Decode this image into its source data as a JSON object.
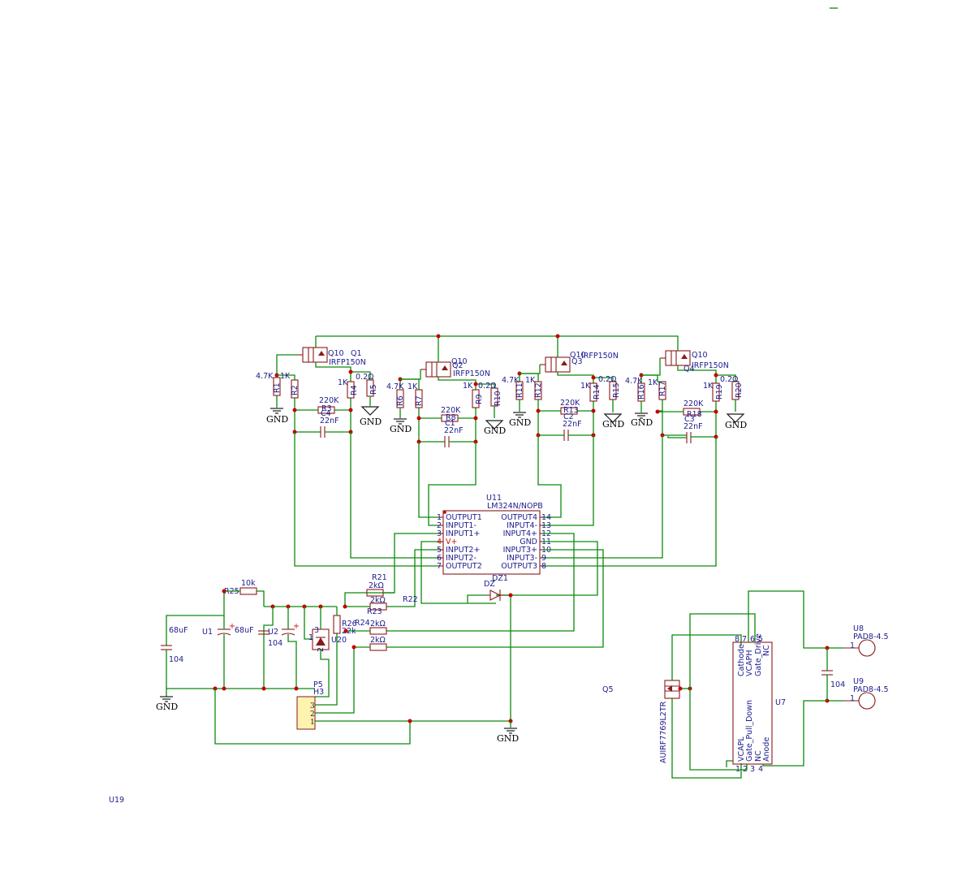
{
  "labels": {
    "q10a": "Q10",
    "q1": "Q1",
    "q1_val": "IRFP150N",
    "r1_v": "4.7K",
    "r1": "R1",
    "r2_v": "1K",
    "r2": "R2",
    "r3_v": "220K",
    "r3": "R3",
    "c4": "C4",
    "c4_v": "22nF",
    "r4_v": "1K",
    "r4": "R4",
    "r5_v": "0.2Ω",
    "r5": "R5",
    "q10b": "Q10",
    "q2": "Q2",
    "q2_val": "IRFP150N",
    "r6_v": "4.7K",
    "r6": "R6",
    "r7_v": "1K",
    "r7": "R7",
    "r8_v": "220K",
    "r8": "R8",
    "c1": "C1",
    "c1_v": "22nF",
    "r9_v": "1K",
    "r9": "R9",
    "r10_v": "0.2Ω",
    "r10": "R10",
    "q10c": "Q10",
    "q3_val": "IRFP150N",
    "q3": "Q3",
    "r11_v": "4.7K",
    "r11": "R11",
    "r12_v": "1K",
    "r12": "R12",
    "r13_v": "220K",
    "r13": "R13",
    "c2": "C2",
    "c2_v": "22nF",
    "r14_v": "1K",
    "r14": "R14",
    "r15_v": "0.2Ω",
    "r15": "R15",
    "q10d": "Q10",
    "q4": "Q4",
    "q4_val": "IRFP150N",
    "r16_v": "4.7K",
    "r16": "R16",
    "r17_v": "1K",
    "r17": "R17",
    "r18_v": "220K",
    "r18": "R18",
    "c3": "C3",
    "c3_v": "22nF",
    "r19_v": "1K",
    "r19": "R19",
    "r20_v": "0.2Ω",
    "r20": "R20",
    "u11": "U11",
    "u11_val": "LM324N/NOPB",
    "r21": "R21",
    "r21_v": "2kΩ",
    "r22": "R22",
    "r22_v": "2kΩ",
    "r23": "R23",
    "r24": "R24",
    "r24_v": "2kΩ",
    "r26": "R26",
    "r26_v": "22k",
    "r27_v": "2kΩ",
    "r25": "R25",
    "r25_v": "10k",
    "c_68a": "68uF",
    "c_104a": "104",
    "u1": "U1",
    "c_68b": "68uF",
    "u2": "U2",
    "c_104b": "104",
    "u20": "U20",
    "p5": "P5",
    "h3": "H3",
    "dz1": "DZ1",
    "dz": "DZ",
    "q5": "Q5",
    "u7": "U7",
    "u19": "U19",
    "u8": "U8",
    "u8_val": "PAD8-4.5",
    "u9": "U9",
    "u9_val": "PAD8-4.5",
    "c_104c": "104",
    "q_ir": "AUIRF7769L2TR"
  },
  "gnd": "GND",
  "lm324": {
    "left_pins": [
      {
        "num": "1",
        "name": "OUTPUT1"
      },
      {
        "num": "2",
        "name": "INPUT1-"
      },
      {
        "num": "3",
        "name": "INPUT1+"
      },
      {
        "num": "4",
        "name": "V+"
      },
      {
        "num": "5",
        "name": "INPUT2+"
      },
      {
        "num": "6",
        "name": "INPUT2-"
      },
      {
        "num": "7",
        "name": "OUTPUT2"
      }
    ],
    "right_pins": [
      {
        "num": "14",
        "name": "OUTPUT4"
      },
      {
        "num": "13",
        "name": "INPUT4-"
      },
      {
        "num": "12",
        "name": "INPUT4+"
      },
      {
        "num": "11",
        "name": "GND"
      },
      {
        "num": "10",
        "name": "INPUT3+"
      },
      {
        "num": "9",
        "name": "INPUT3-"
      },
      {
        "num": "8",
        "name": "OUTPUT3"
      }
    ]
  },
  "u7_pins": {
    "top": [
      "Cathode",
      "VCAPH",
      "Gate_Drive",
      "NC"
    ],
    "bottom": [
      "VCAPL",
      "Gate_Pull_Down",
      "NC",
      "Anode"
    ],
    "top_nums": [
      "8",
      "7",
      "6",
      "5"
    ],
    "bottom_nums": [
      "1",
      "2",
      "3",
      "4"
    ]
  },
  "connector": {
    "pins": [
      "3",
      "2",
      "1"
    ]
  },
  "u8_pin": "1",
  "u9_pin": "1",
  "u20_pins": [
    "1",
    "2",
    "3"
  ]
}
